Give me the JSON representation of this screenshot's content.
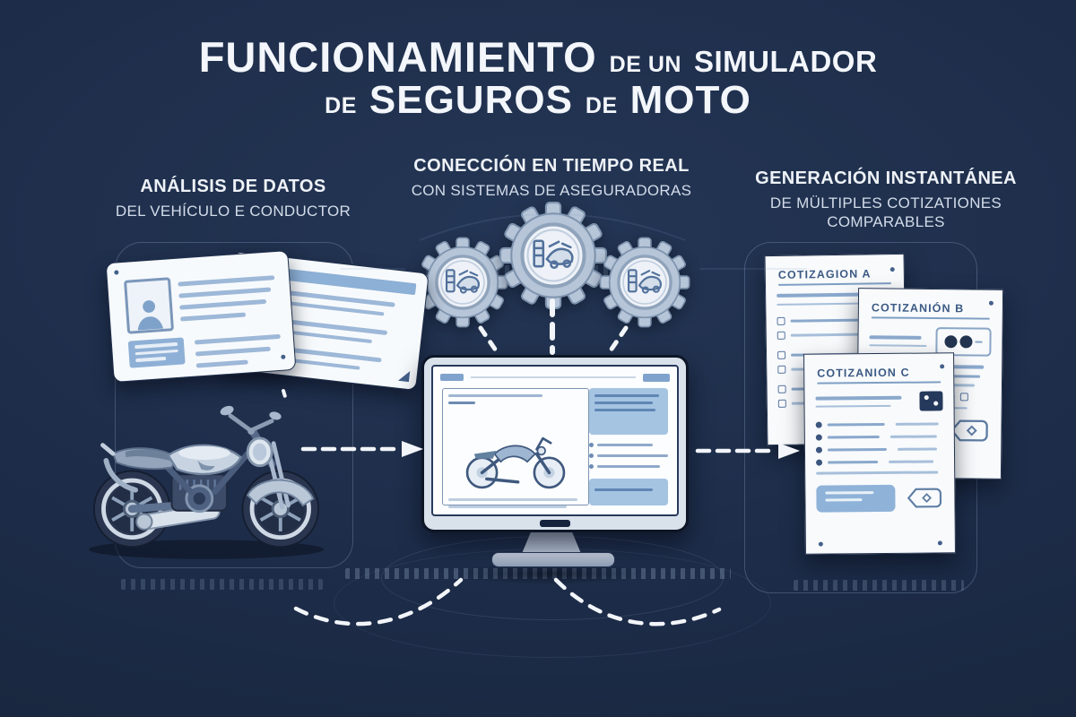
{
  "title": {
    "word1": "FUNCIONAMIENTO",
    "word2": "DE UN",
    "word3": "SIMULADOR",
    "word4": "DE",
    "word5": "SEGUROS",
    "word6": "DE",
    "word7": "MOTO"
  },
  "steps": [
    {
      "heading": "ANÁLISIS DE DATOS",
      "subheading": "DEL VEHÍCULO E CONDUCTOR"
    },
    {
      "heading": "CONECCIÓN EN TIEMPO REAL",
      "subheading": "CON SISTEMAS DE ASEGURADORAS"
    },
    {
      "heading": "GENERACIÓN INSTANTÁNEA",
      "subheading": "DE MÜLTIPLES COTIZATIONES COMPARABLES"
    }
  ],
  "documents": [
    {
      "title": "COTIZAGION A"
    },
    {
      "title": "COTIZANIÓN B"
    },
    {
      "title": "COTIZANION C"
    }
  ],
  "icons": {
    "person_icon": "person silhouette",
    "gear_icon": "gear with machine sketch",
    "price_tag_icon": "price tag outline",
    "qr_icon": "qr code block"
  },
  "colors": {
    "background": "#1c2b47",
    "panel_white": "#f8fafc",
    "accent_blue": "#8cadd3",
    "dark_navy": "#2c3e5e",
    "text": "#f3f6fa"
  }
}
